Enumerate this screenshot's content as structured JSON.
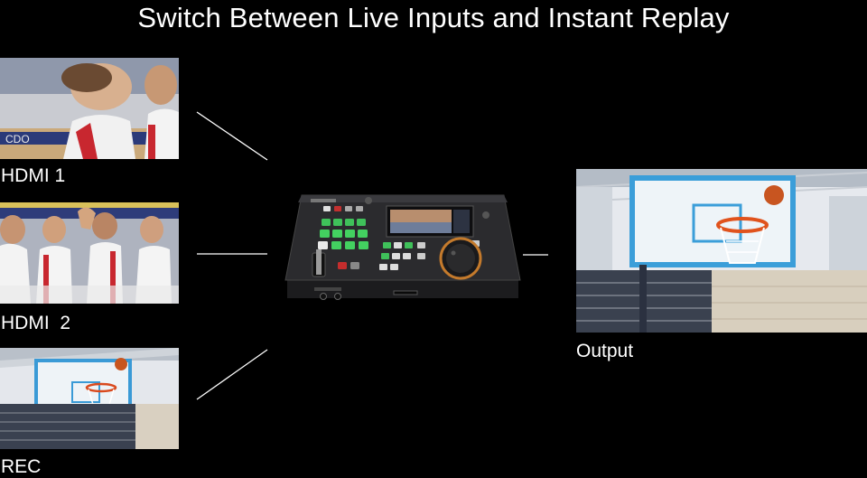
{
  "title": "Switch Between Live Inputs and Instant Replay",
  "sources": [
    {
      "label": "HDMI 1",
      "scene": "cheerleaders-close"
    },
    {
      "label": "HDMI  2",
      "scene": "cheerleaders-high-five"
    },
    {
      "label": "REC",
      "scene": "basketball-hoop"
    }
  ],
  "output": {
    "label": "Output",
    "scene": "basketball-hoop"
  },
  "device": {
    "name": "instant-replay-switcher"
  }
}
